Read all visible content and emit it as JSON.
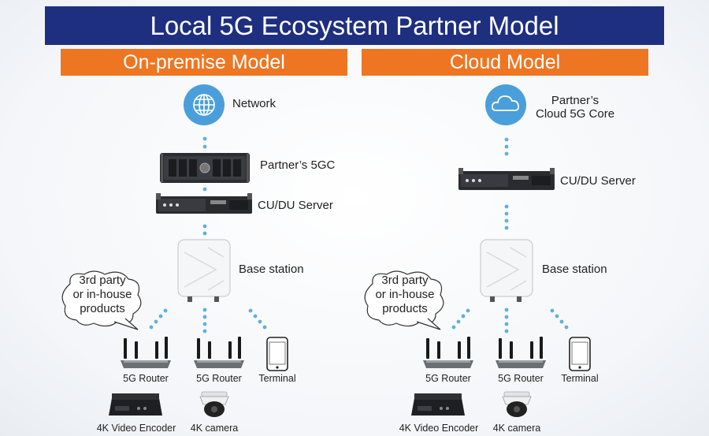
{
  "title": "Local 5G Ecosystem Partner Model",
  "left": {
    "header": "On-premise Model",
    "network_label": "Network",
    "fivegc_label": "Partner’s 5GC",
    "cudu_label": "CU/DU Server",
    "base_label": "Base station",
    "bubble_lines": [
      "3rd party",
      "or in-house",
      "products"
    ],
    "router1_label": "5G Router",
    "router2_label": "5G Router",
    "terminal_label": "Terminal",
    "encoder_label": "4K Video Encoder",
    "camera_label": "4K camera"
  },
  "right": {
    "header": "Cloud Model",
    "cloud_label_1": "Partner’s",
    "cloud_label_2": "Cloud 5G Core",
    "cudu_label": "CU/DU Server",
    "base_label": "Base station",
    "bubble_lines": [
      "3rd party",
      "or in-house",
      "products"
    ],
    "router1_label": "5G Router",
    "router2_label": "5G Router",
    "terminal_label": "Terminal",
    "encoder_label": "4K Video Encoder",
    "camera_label": "4K camera"
  },
  "colors": {
    "title_bg": "#1f2f7f",
    "header_bg": "#ee7622",
    "icon_circle": "#4a9fdb",
    "dots": "#5fb0e0"
  }
}
